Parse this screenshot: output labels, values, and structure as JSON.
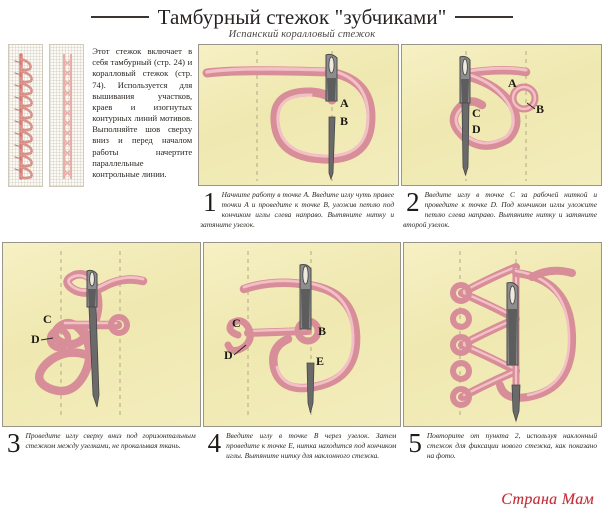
{
  "header": {
    "title": "Тамбурный стежок \"зубчиками\"",
    "subtitle": "Испанский коралловый стежок"
  },
  "intro": {
    "text": "Этот стежок включает в себя тамбурный (стр. 24) и коралловый стежок (стр. 74). Используется для вышивания участков, краев и изогнутых контурных линий мотивов. Выполняйте шов сверху вниз и перед началом работы начертите параллельные контрольные линии."
  },
  "swatches": [
    {
      "name": "swatch-dark-pink",
      "color": "#e08a84",
      "fabric": "#fbfaf4"
    },
    {
      "name": "swatch-light-pink",
      "color": "#eeb3ad",
      "fabric": "#fbfaf4"
    }
  ],
  "steps": [
    {
      "number": "1",
      "text": "Начните работу в точке А. Введите иглу чуть правее точки А и проведите к точке В, уложив петлю под кончиком иглы слева направо. Вытяните нитку и затяните узелок.",
      "labels": [
        "A",
        "B"
      ]
    },
    {
      "number": "2",
      "text": "Введите иглу в точке С за рабочей ниткой и проведите к точке D. Под кончиком иглы уложите петлю слева направо. Вытяните нитку и затяните второй узелок.",
      "labels": [
        "A",
        "B",
        "C",
        "D"
      ]
    },
    {
      "number": "3",
      "text": "Проведите иглу сверху вниз под горизонтальным стежком между узелками, не прокалывая ткань.",
      "labels": [
        "C",
        "D"
      ]
    },
    {
      "number": "4",
      "text": "Введите иглу в точке В через узелок. Затем проведите к точке Е, нитка находится под кончиком иглы. Вытяните нитку для наклонного стежка.",
      "labels": [
        "C",
        "D",
        "B",
        "E"
      ]
    },
    {
      "number": "5",
      "text": "Повторите от пункта 2, используя наклонный стежок для фиксации нового стежка, как показано на фото.",
      "labels": []
    }
  ],
  "watermark": {
    "text": "Страна Мам",
    "color": "#c32b35"
  },
  "colors": {
    "panel_background": "#f2ecb9",
    "thread_pink": "#e8a0a8",
    "thread_pink_dark": "#d07f8c",
    "thread_highlight": "#f6cdd2",
    "needle_metal": "#5d5d5d",
    "guide_line": "#b9b08a",
    "text": "#2b2722"
  }
}
